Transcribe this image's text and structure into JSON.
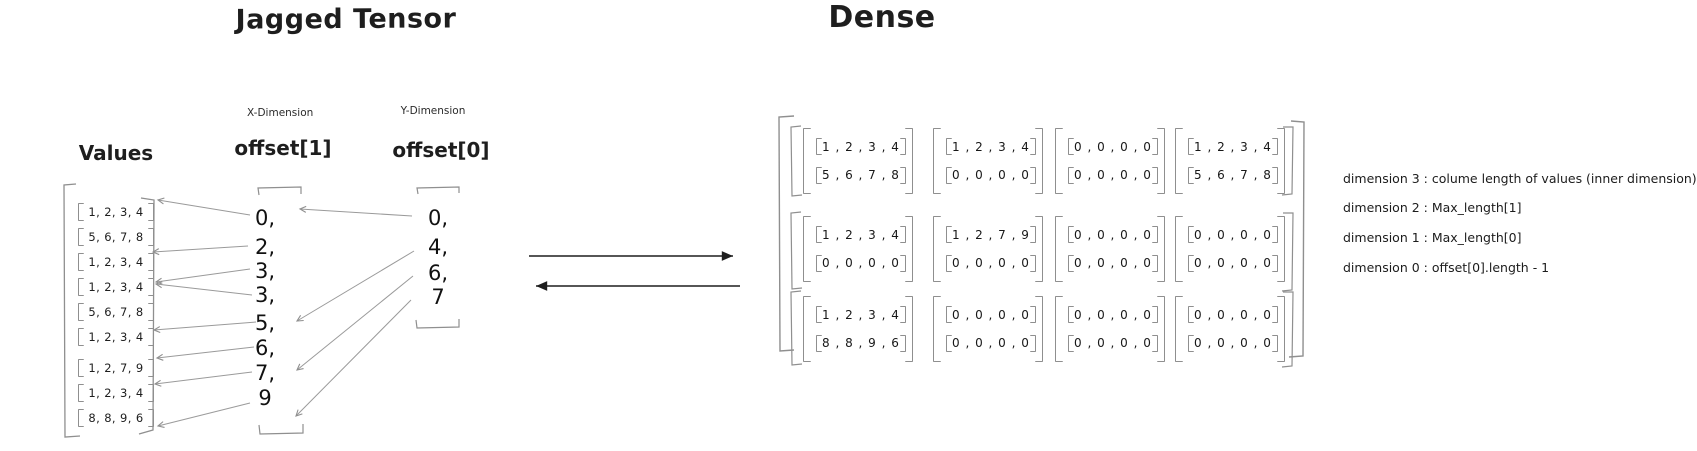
{
  "left_panel": {
    "title": "Jagged Tensor",
    "values": {
      "label": "Values",
      "rows": [
        "1, 2, 3, 4",
        "5, 6, 7, 8",
        "1, 2, 3, 4",
        "1, 2, 3, 4",
        "5, 6, 7, 8",
        "1, 2, 3, 4",
        "1, 2, 7, 9",
        "1, 2, 3, 4",
        "8, 8, 9, 6"
      ]
    },
    "offset1": {
      "dimension_label": "X-Dimension",
      "label": "offset[1]",
      "values": [
        "0,",
        "2,",
        "3,",
        "3,",
        "5,",
        "6,",
        "7,",
        "9"
      ]
    },
    "offset0": {
      "dimension_label": "Y-Dimension",
      "label": "offset[0]",
      "values": [
        "0,",
        "4,",
        "6,",
        "7"
      ]
    }
  },
  "right_panel": {
    "title": "Dense",
    "matrices": [
      [
        [
          "1 , 2 , 3 , 4",
          "5 , 6 , 7 , 8"
        ],
        [
          "1 , 2 , 3 , 4",
          "0 , 0 , 0 , 0"
        ],
        [
          "0 , 0 , 0 , 0",
          "0 , 0 , 0 , 0"
        ],
        [
          "1 , 2 , 3 , 4",
          "5 , 6 , 7 , 8"
        ]
      ],
      [
        [
          "1 , 2 , 3 , 4",
          "0 , 0 , 0 , 0"
        ],
        [
          "1 , 2 , 7 , 9",
          "0 , 0 , 0 , 0"
        ],
        [
          "0 , 0 , 0 , 0",
          "0 , 0 , 0 , 0"
        ],
        [
          "0 , 0 , 0 , 0",
          "0 , 0 , 0 , 0"
        ]
      ],
      [
        [
          "1 , 2 , 3 , 4",
          "8 , 8 , 9 , 6"
        ],
        [
          "0 , 0 , 0 , 0",
          "0 , 0 , 0 , 0"
        ],
        [
          "0 , 0 , 0 , 0",
          "0 , 0 , 0 , 0"
        ],
        [
          "0 , 0 , 0 , 0",
          "0 , 0 , 0 , 0"
        ]
      ]
    ]
  },
  "legend": {
    "lines": [
      "dimension 3 : colume length of values (inner dimension)",
      "dimension 2 : Max_length[1]",
      "dimension 1  : Max_length[0]",
      "dimension 0 : offset[0].length - 1"
    ]
  },
  "colors": {
    "ink": "#1e1e1e",
    "muted_stroke": "#8f8f8f"
  }
}
